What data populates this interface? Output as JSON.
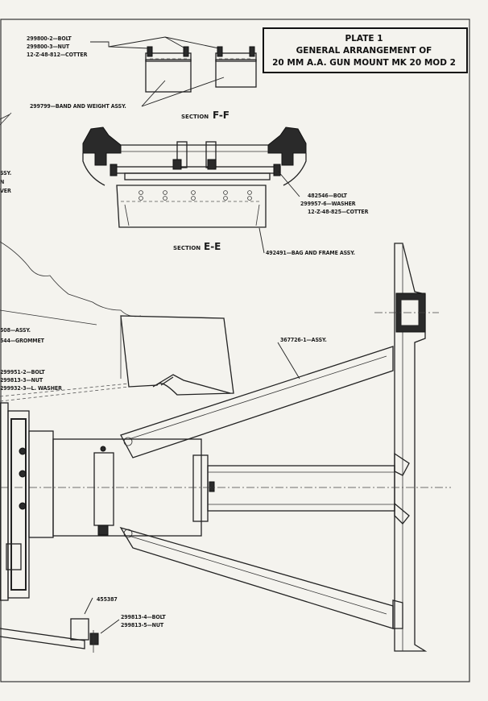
{
  "title": {
    "line1": "PLATE 1",
    "line2": "GENERAL ARRANGEMENT OF",
    "line3": "20 MM A.A. GUN MOUNT MK 20 MOD  2"
  },
  "sections": {
    "ff_prefix": "SECTION",
    "ff_letter": "F-F",
    "ee_prefix": "SECTION",
    "ee_letter": "E-E"
  },
  "callouts": {
    "ff_bolt": "299800-2—BOLT",
    "ff_nut": "299800-3—NUT",
    "ff_cotter": "12-Z-48-812—COTTER",
    "band_weight": "299799—BAND AND WEIGHT ASSY.",
    "ee_bolt": "482546—BOLT",
    "ee_washer": "299957-6—WASHER",
    "ee_cotter": "12-Z-48-825—COTTER",
    "bag_frame": "492491—BAG AND FRAME ASSY.",
    "left_assy_1": "SSY.",
    "left_n": "N",
    "left_ver": "VER",
    "left_508": "508—ASSY.",
    "left_544": "544—GROMMET",
    "assy_367726": "367726-1—ASSY.",
    "left_bolt": "299951-2—BOLT",
    "left_nut": "299813-3—NUT",
    "left_washer": "299932-3—L. WASHER",
    "part_455387": "455387",
    "bottom_bolt": "299813-4—BOLT",
    "bottom_nut": "299813-5—NUT"
  }
}
